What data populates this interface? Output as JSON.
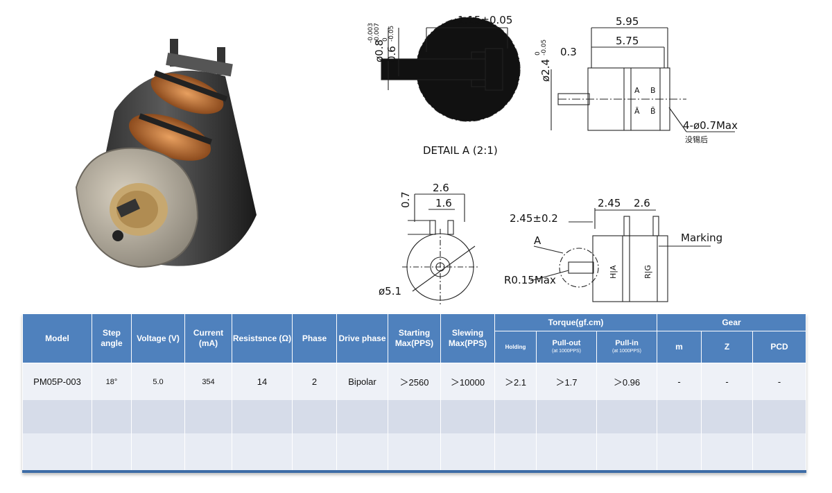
{
  "drawing": {
    "dims": {
      "d08": "ø0.8",
      "d08_tol_top": "-0.003",
      "d08_tol_bot": "-0.007",
      "d06": "0.6",
      "d06_tol_top": "0",
      "d06_tol_bot": "-0.05",
      "d115": "1.15±0.05",
      "detail": "DETAIL A (2:1)",
      "d595": "5.95",
      "d575": "5.75",
      "d03": "0.3",
      "d24": "ø2.4",
      "d24_tol_top": "0",
      "d24_tol_bot": "-0.05",
      "holes": "4-ø0.7Max",
      "holes_cn": "没锡后",
      "d26_front": "2.6",
      "d16": "1.6",
      "d07": "0.7",
      "d51": "ø5.1",
      "d245_side": "2.45",
      "d26_side": "2.6",
      "d245_02": "2.45±0.2",
      "marking": "Marking",
      "label_a": "A",
      "r015": "R0.15Max"
    },
    "pin_labels": {
      "a": "A",
      "abar": "Ā",
      "b": "B",
      "bbar": "B̄",
      "ha": "H|A",
      "rg": "R|G"
    }
  },
  "table": {
    "headers": {
      "model": "Model",
      "step_angle": "Step angle",
      "voltage": "Voltage (V)",
      "current": "Current (mA)",
      "resistance": "Resistsnce (Ω)",
      "phase": "Phase",
      "drive_phase": "Drive phase",
      "starting": "Starting Max(PPS)",
      "slewing": "Slewing Max(PPS)",
      "torque_group": "Torque(gf.cm)",
      "holding": "Holding",
      "pullout": "Pull-out",
      "pullout_note": "(at 1000PPS)",
      "pullin": "Pull-in",
      "pullin_note": "(at 1000PPS)",
      "gear_group": "Gear",
      "gear_m": "m",
      "gear_z": "Z",
      "gear_pcd": "PCD"
    },
    "rows": [
      {
        "model": "PM05P-003",
        "step_angle": "18°",
        "voltage": "5.0",
        "current": "354",
        "resistance": "14",
        "phase": "2",
        "drive_phase": "Bipolar",
        "starting": "＞2560",
        "slewing": "＞10000",
        "holding": "＞2.1",
        "pullout": "＞1.7",
        "pullin": "＞0.96",
        "m": "-",
        "z": "-",
        "pcd": "-"
      }
    ]
  }
}
